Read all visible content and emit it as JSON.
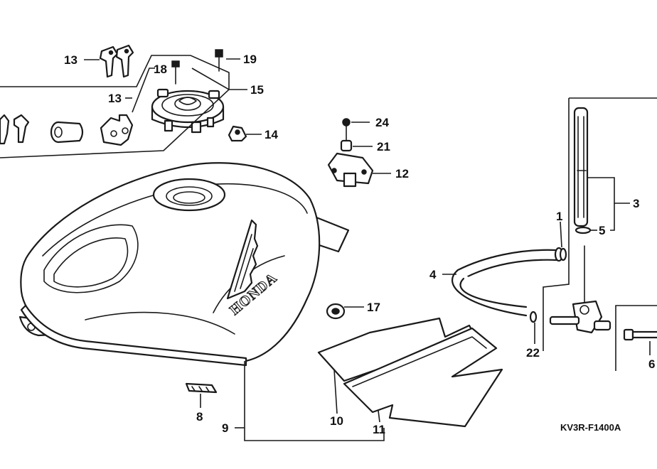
{
  "diagram": {
    "drawing_code": "KV3R-F1400A",
    "tank_brand": "HONDA",
    "callouts": {
      "c13a": "13",
      "c18": "18",
      "c19": "19",
      "c13b": "13",
      "c15": "15",
      "c14": "14",
      "c24": "24",
      "c21": "21",
      "c12": "12",
      "c3": "3",
      "c5": "5",
      "c1": "1",
      "c4": "4",
      "c17": "17",
      "c22": "22",
      "c6": "6",
      "c8": "8",
      "c9": "9",
      "c10": "10",
      "c11": "11"
    }
  }
}
